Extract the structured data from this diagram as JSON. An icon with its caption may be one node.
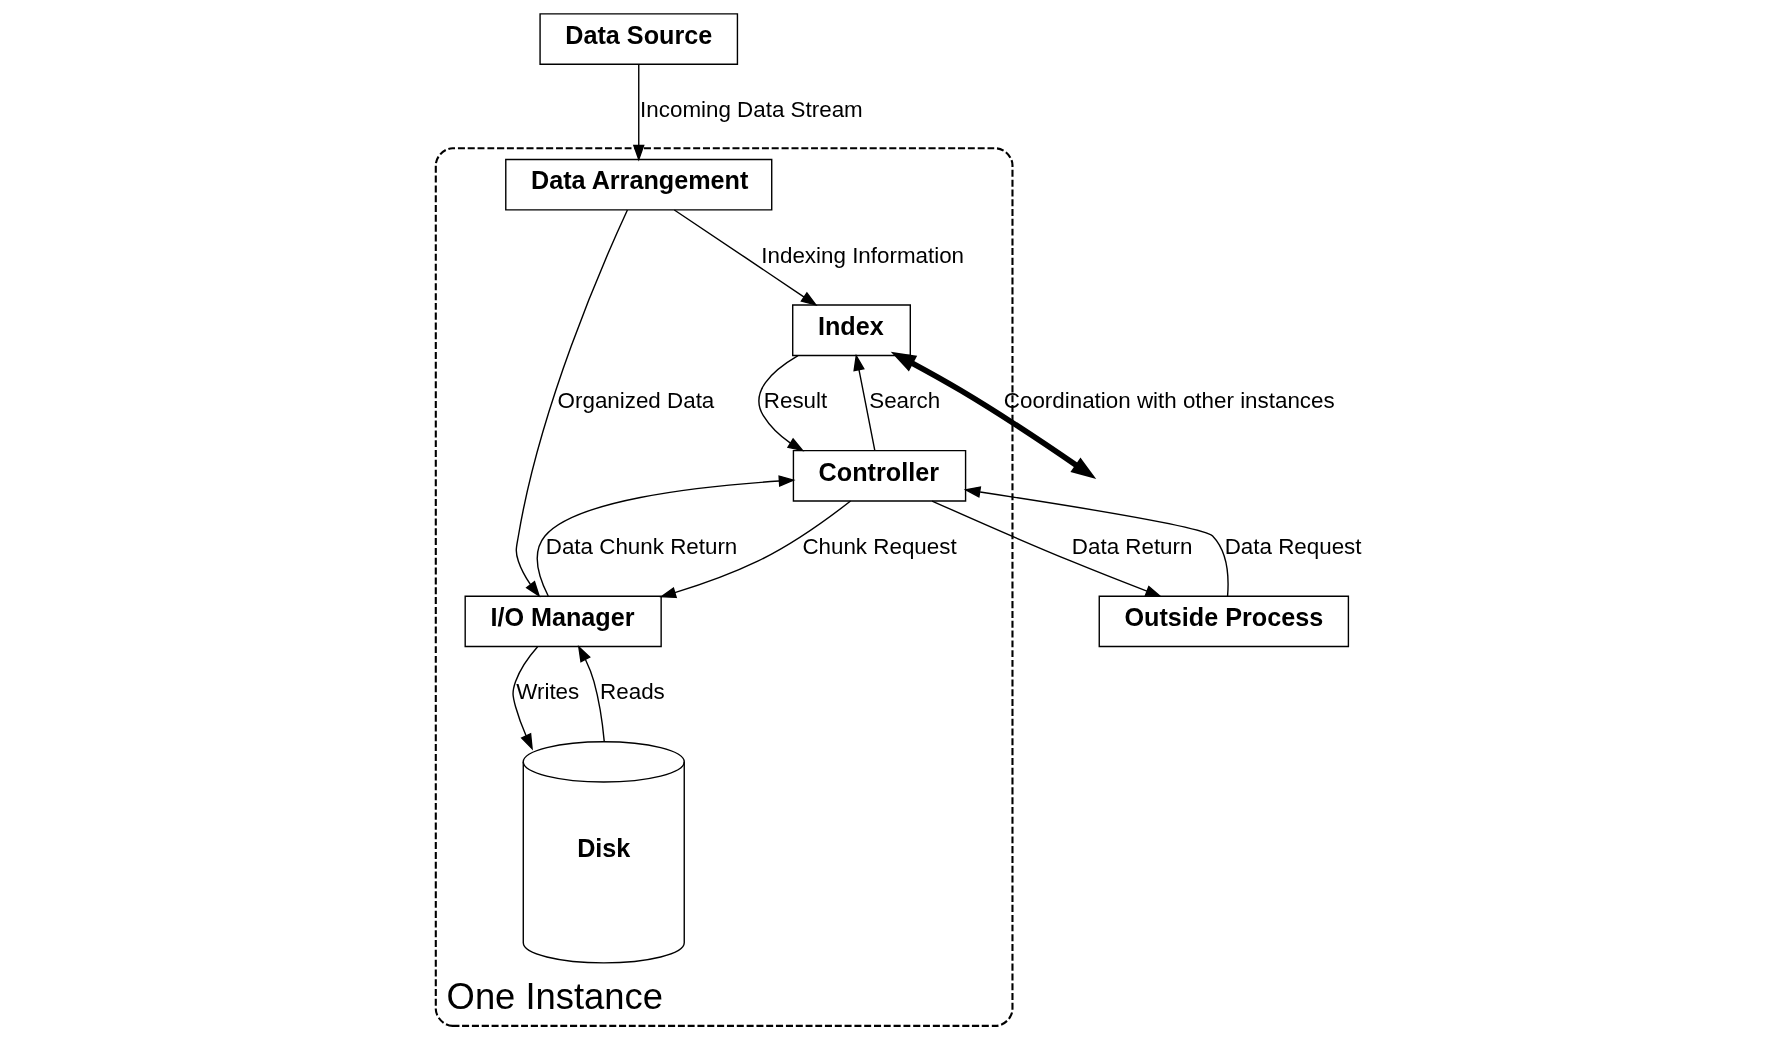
{
  "diagram": {
    "nodes": [
      {
        "text": [
          "Data Source"
        ]
      },
      {
        "text": [
          "One Instance"
        ]
      },
      {
        "text": [
          "Data Arrangement"
        ],
        "in": 1
      },
      {
        "text": [
          "Index"
        ],
        "in": 1
      },
      {
        "text": [
          "Disk"
        ],
        "in": 1
      },
      {
        "text": [
          "I/O Manager"
        ],
        "in": 1
      },
      {
        "text": [
          "Controller"
        ],
        "in": 1
      },
      {
        "text": [
          "Outside Process"
        ]
      }
    ],
    "edges": [
      {
        "from": 0,
        "to": 2,
        "arrow": "to",
        "label": "Incoming Data Stream"
      },
      {
        "from": 2,
        "to": 3,
        "arrow": "to",
        "label": "Indexing Information"
      },
      {
        "from": 2,
        "to": 5,
        "arrow": "to",
        "label": "Organized Data"
      },
      {
        "from": 5,
        "to": 4,
        "arrow": "to",
        "label": "Writes"
      },
      {
        "from": 4,
        "to": 5,
        "arrow": "to",
        "label": "Reads"
      },
      {
        "from": 3,
        "to": 6,
        "arrow": "to",
        "label": "Result"
      },
      {
        "from": 6,
        "to": 3,
        "arrow": "to",
        "label": "Search"
      },
      {
        "from": 6,
        "to": 5,
        "arrow": "to",
        "label": "Chunk Request"
      },
      {
        "from": 5,
        "to": 6,
        "arrow": "to",
        "label": "Data Chunk Return"
      },
      {
        "from": 7,
        "to": 6,
        "arrow": "to",
        "label": "Data Request"
      },
      {
        "from": 6,
        "to": 7,
        "arrow": "to",
        "label": "Data Return"
      },
      {
        "from": 3,
        "to": null,
        "arrow": "both",
        "style": "thick",
        "label": "Coordination with other instances"
      }
    ]
  }
}
